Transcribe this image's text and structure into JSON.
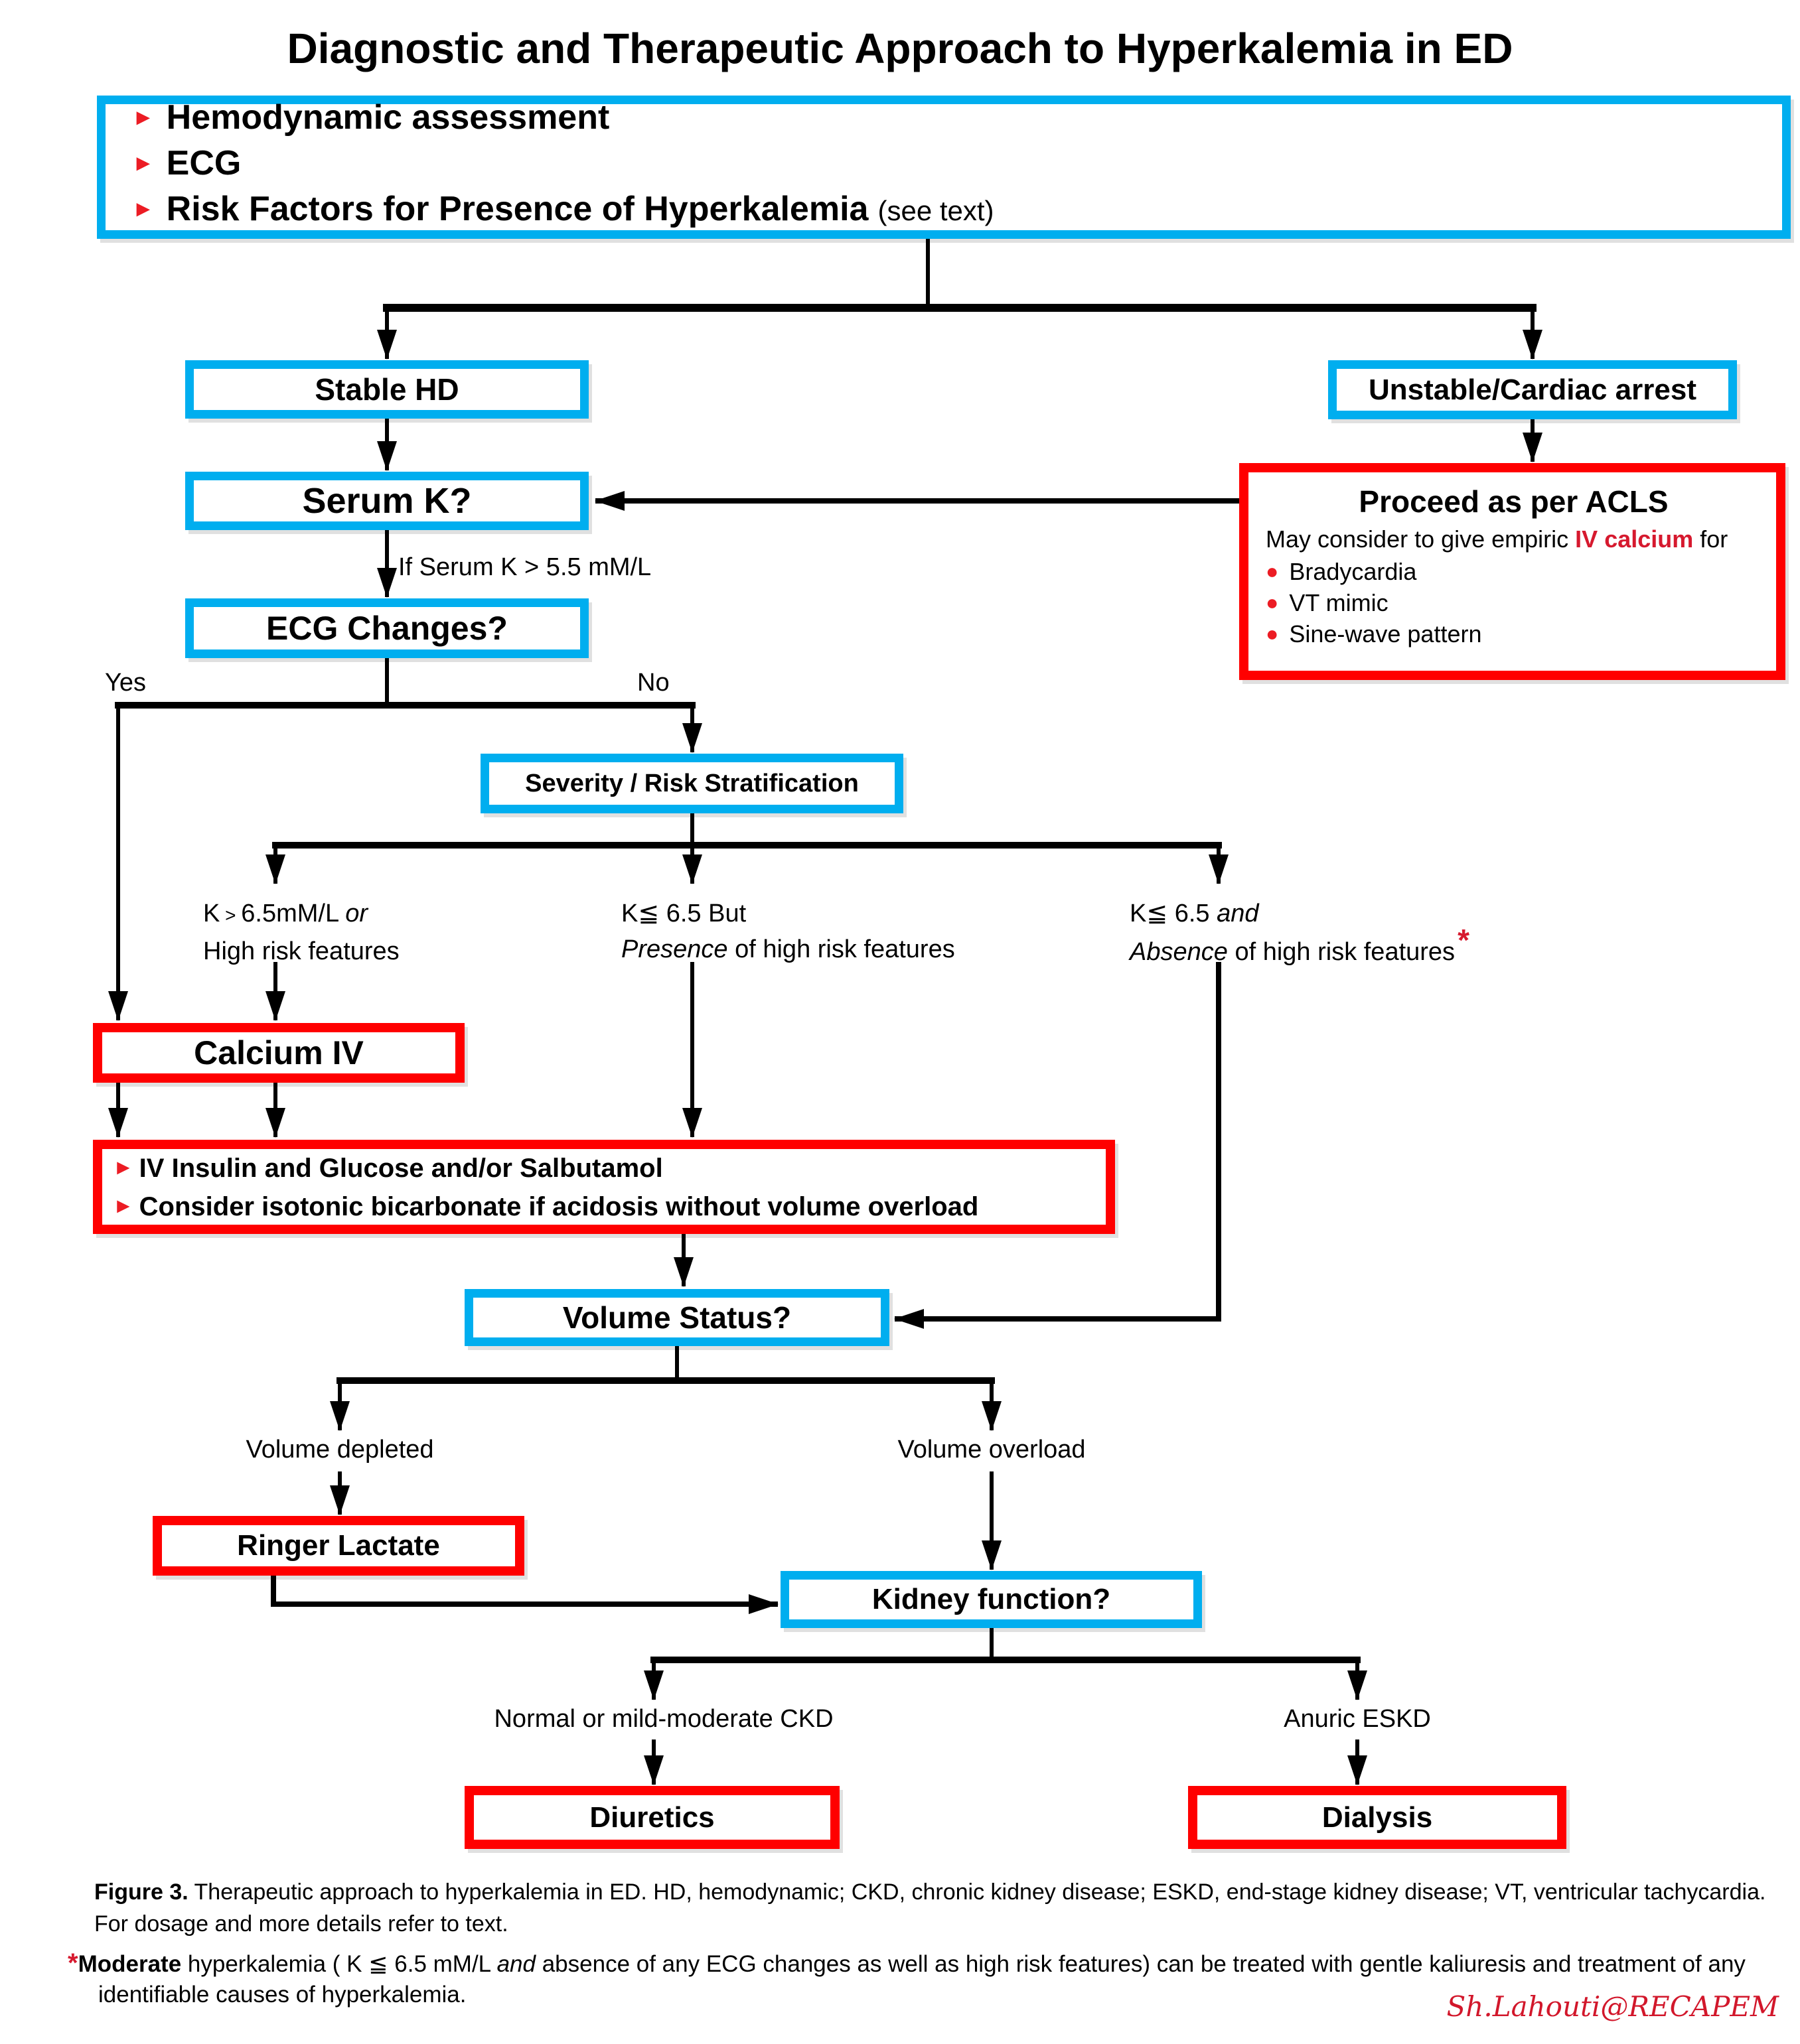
{
  "title": "Diagnostic and Therapeutic Approach to Hyperkalemia in ED",
  "colors": {
    "box_blue": "#00AEEF",
    "box_red": "#FF0000",
    "accent_red": "#D6192E",
    "line_black": "#000000"
  },
  "assessment": {
    "items": [
      "Hemodynamic assessment",
      "ECG",
      "Risk Factors for Presence of Hyperkalemia"
    ],
    "see_text": "(see text)"
  },
  "nodes": {
    "stable": "Stable HD",
    "unstable": "Unstable/Cardiac arrest",
    "serum": "Serum K?",
    "ecg": "ECG Changes?",
    "severity": "Severity / Risk Stratification",
    "calcium": "Calcium IV",
    "volume": "Volume Status?",
    "ringer": "Ringer Lactate",
    "kidney": "Kidney function?",
    "diuretics": "Diuretics",
    "dialysis": "Dialysis",
    "acls": {
      "title": "Proceed as per ACLS",
      "line_prefix": "May consider to give empiric ",
      "line_highlight": "IV calcium",
      "line_suffix": " for",
      "bullets": [
        "Bradycardia",
        "VT mimic",
        "Sine-wave pattern"
      ]
    },
    "insulin": {
      "items": [
        "IV Insulin and Glucose and/or Salbutamol",
        "Consider isotonic bicarbonate if acidosis without volume overload"
      ]
    }
  },
  "edges": {
    "if_serum": "If Serum K > 5.5 mM/L",
    "yes": "Yes",
    "no": "No",
    "branch_high": {
      "l1a": "K",
      "rel": " > ",
      "l1b": "6.5mM/L ",
      "l1i": "or",
      "l2": "High risk features"
    },
    "branch_mid": {
      "l1": "K≦ 6.5 But",
      "l2i": "Presence",
      "l2": " of high risk features"
    },
    "branch_low": {
      "l1": "K≦ 6.5 ",
      "l1i": "and",
      "l2i": "Absence",
      "l2": " of high risk features",
      "asterisk": "*"
    },
    "vol_depleted": "Volume depleted",
    "vol_overload": "Volume overload",
    "normal_ckd": "Normal or mild-moderate CKD",
    "anuric_eskd": "Anuric ESKD"
  },
  "caption": {
    "label": "Figure 3.",
    "text": " Therapeutic approach to hyperkalemia in ED. HD, hemodynamic; CKD, chronic kidney disease; ESKD, end-stage kidney disease; VT, ventricular tachycardia. For dosage and more details refer to text."
  },
  "footnote": {
    "asterisk": "*",
    "bold": "Moderate",
    "t1": " hyperkalemia ( K ≦ 6.5 mM/L ",
    "italic": "and",
    "t2": " absence of any ECG changes as well as high risk features) can be treated with gentle kaliuresis and treatment of any identifiable causes of hyperkalemia."
  },
  "signature": "Sh.Lahouti@RECAPEM"
}
